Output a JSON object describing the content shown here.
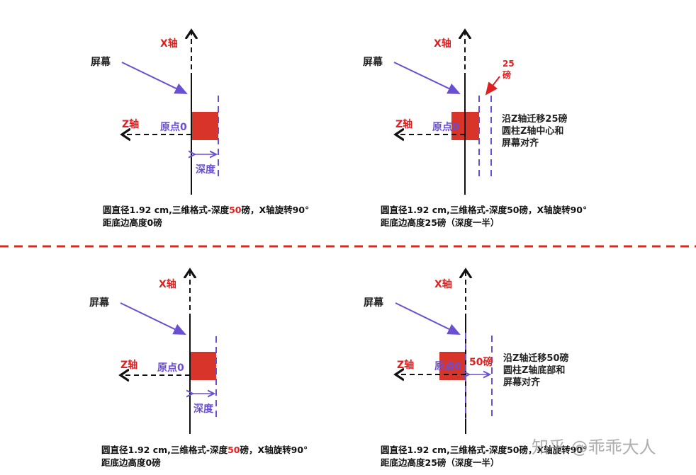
{
  "colors": {
    "axis": "#111111",
    "cylinder": "#d8342a",
    "purple": "#6a4fd0",
    "label_red": "#e02020",
    "separator": "#d9281e"
  },
  "common": {
    "x_axis": "X轴",
    "z_axis": "Z轴",
    "screen": "屏幕",
    "origin": "原点0",
    "depth": "深度"
  },
  "panels": {
    "top_left": {
      "caption_1a": "圆直径1.92 cm,三维格式-深度",
      "caption_1_red": "50",
      "caption_1b": "磅，X轴旋转90°",
      "caption_2": "距底边高度0磅"
    },
    "top_right": {
      "offset_num": "25",
      "offset_unit": "磅",
      "note": [
        "沿Z轴迁移25磅",
        "圆柱Z轴中心和",
        "屏幕对齐"
      ],
      "caption_1": "圆直径1.92 cm,三维格式-深度50磅，X轴旋转90°",
      "caption_2": "距底边高度25磅（深度一半）"
    },
    "bottom_left": {
      "caption_1a": "圆直径1.92 cm,三维格式-深度",
      "caption_1_red": "50",
      "caption_1b": "磅，X轴旋转90°",
      "caption_2": "距底边高度0磅"
    },
    "bottom_right": {
      "offset": "50磅",
      "note": [
        "沿Z轴迁移50磅",
        "圆柱Z轴底部和",
        "屏幕对齐"
      ],
      "caption_1": "圆直径1.92 cm,三维格式-深度50磅，X轴旋转90°",
      "caption_2": "距底边高度25磅（深度一半）"
    }
  },
  "watermark": "知乎 @乖乖大人"
}
